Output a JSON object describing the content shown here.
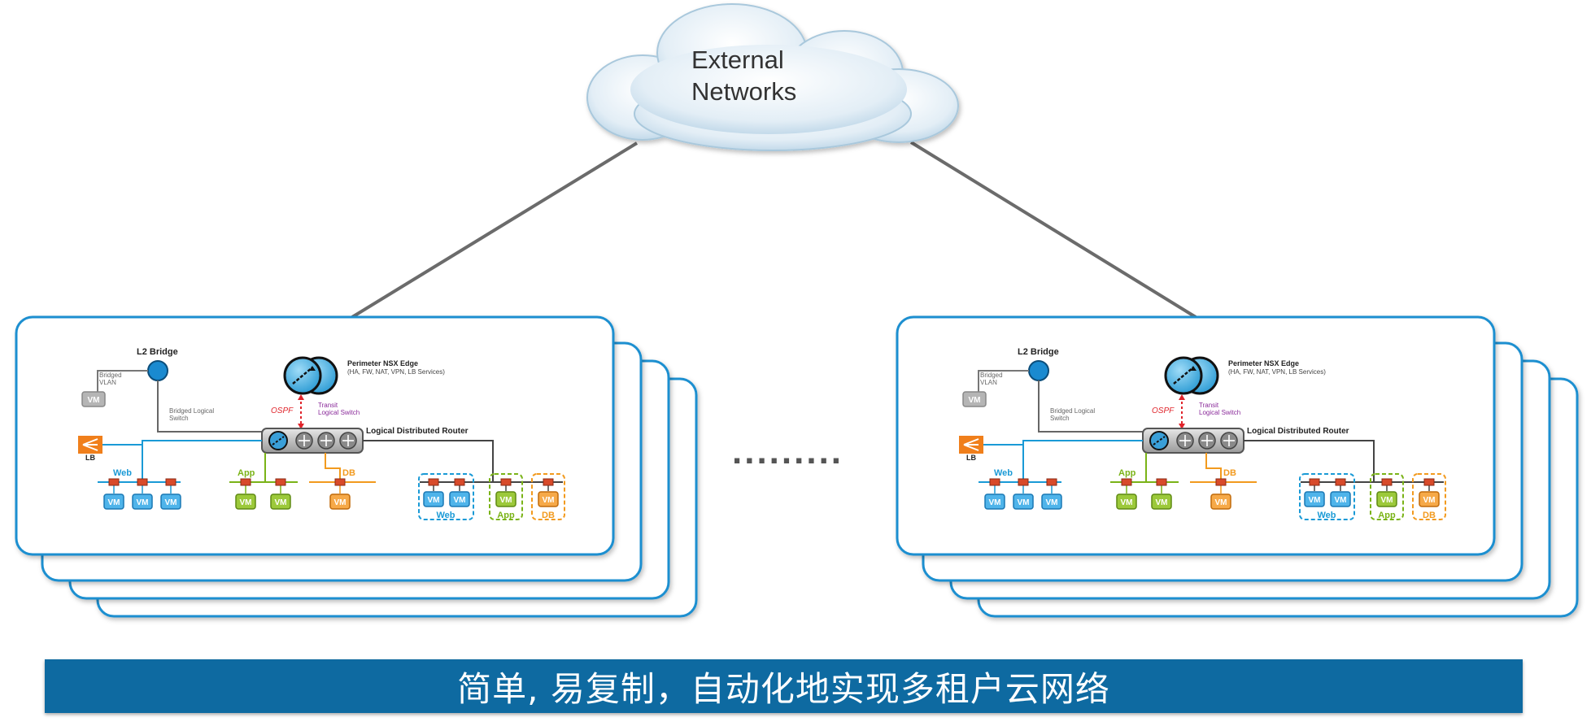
{
  "cloud": {
    "line1": "External",
    "line2": "Networks"
  },
  "ellipsis": ".........",
  "tenant": {
    "l2_bridge": "L2 Bridge",
    "bridged_vlan": [
      "Bridged",
      "VLAN"
    ],
    "bridged_switch": [
      "Bridged Logical",
      "Switch"
    ],
    "edge_title": "Perimeter NSX Edge",
    "edge_services": "(HA, FW, NAT, VPN, LB Services)",
    "ospf": "OSPF",
    "transit": [
      "Transit",
      "Logical Switch"
    ],
    "ldr": "Logical Distributed Router",
    "lb": "LB",
    "web": "Web",
    "app": "App",
    "db": "DB",
    "vm": "VM"
  },
  "banner": {
    "text": "简单, 易复制，自动化地实现多租户云网络"
  },
  "colors": {
    "web": "#1a9ad6",
    "app": "#7ab317",
    "db": "#f29a1e",
    "banner": "#0e6aa1",
    "panel_border": "#1e8fd0",
    "lb": "#f07f1b",
    "ospf": "#e0242b",
    "transit": "#8a2a9a"
  }
}
